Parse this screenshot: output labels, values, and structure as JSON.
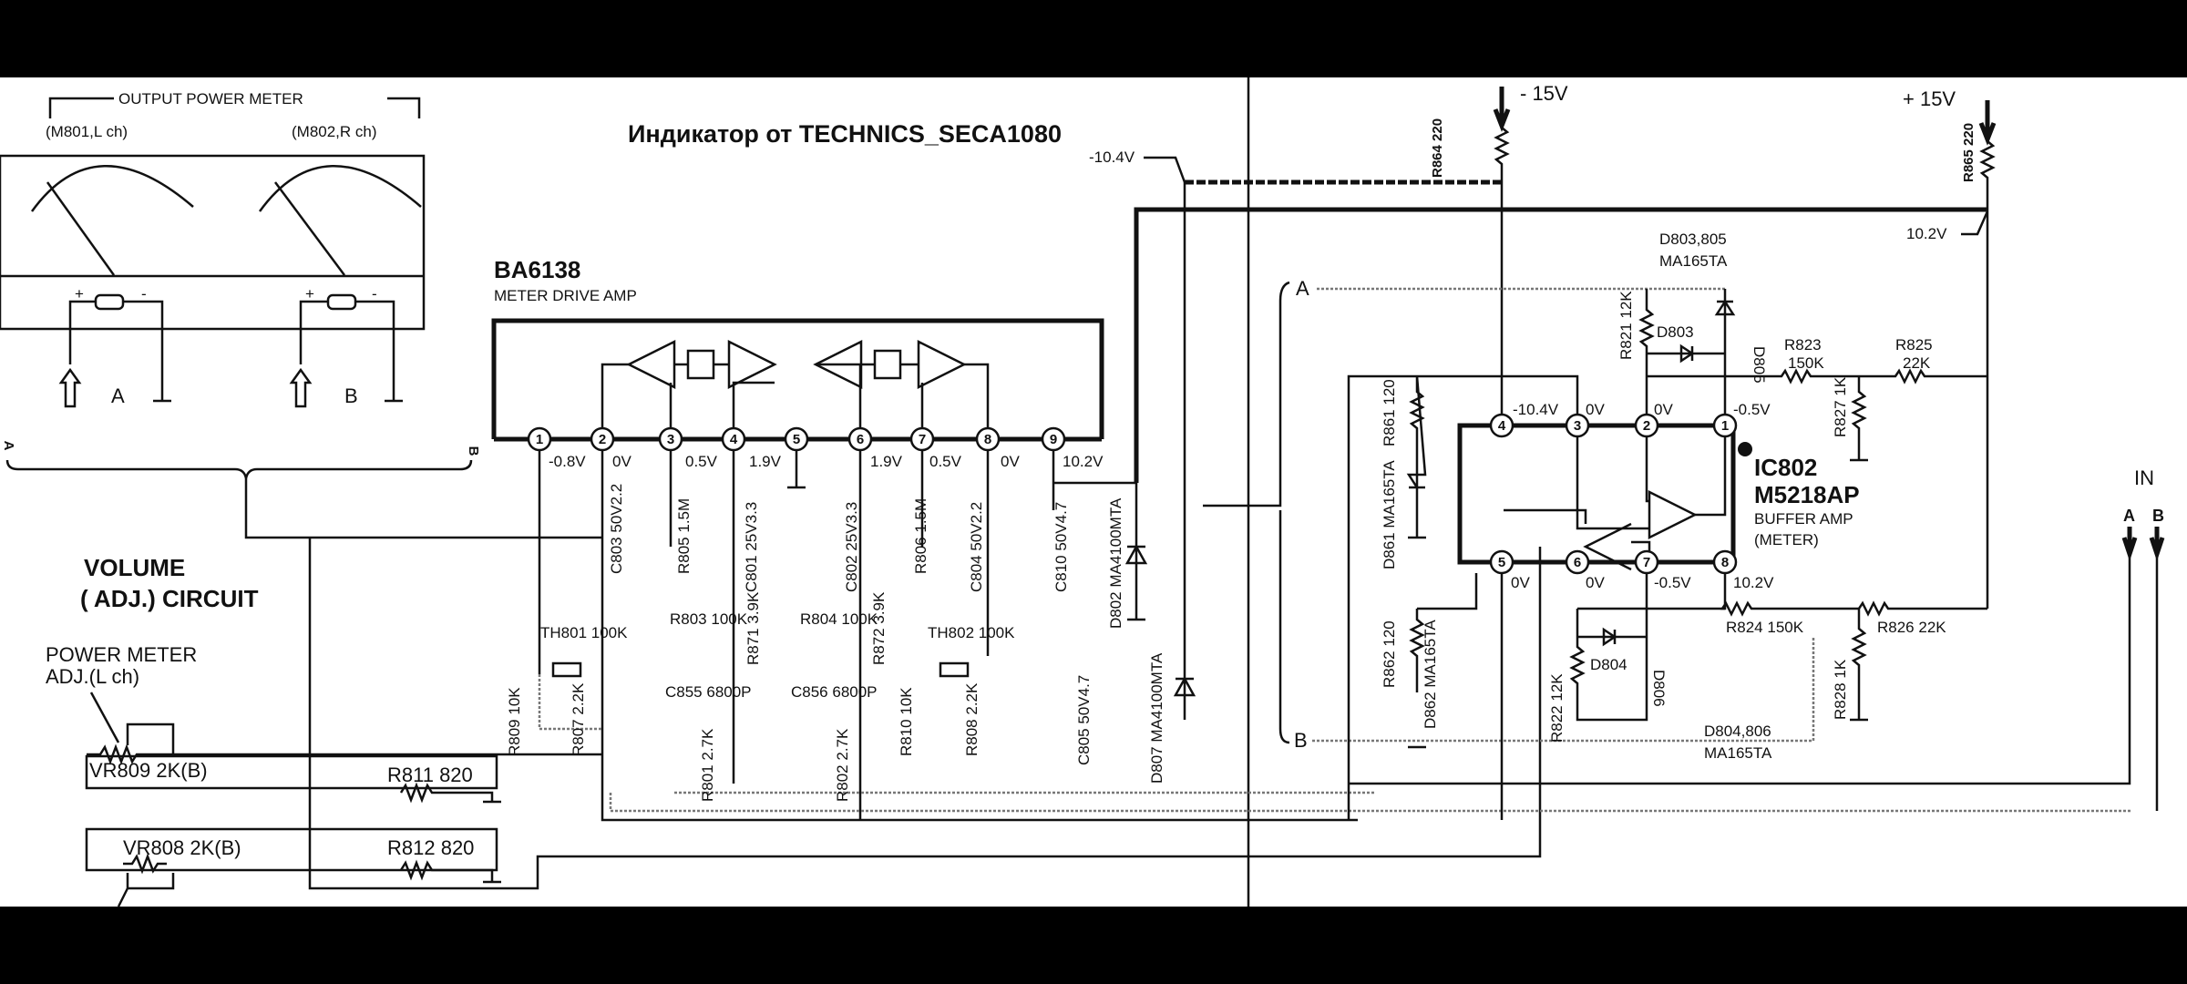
{
  "title": "Индикатор от TECHNICS_SECA1080",
  "meter": {
    "header": "OUTPUT POWER METER",
    "left_label": "(M801,L ch)",
    "right_label": "(M802,R ch)",
    "input_a": "A",
    "input_b": "B",
    "plus": "+",
    "minus": "-"
  },
  "brace": {
    "a": "A",
    "b": "B"
  },
  "volume": {
    "line1": "VOLUME",
    "line2": "( ADJ.) CIRCUIT",
    "pm1": "POWER METER",
    "pm2": "ADJ.(L ch)",
    "vr809": "VR809 2K(B)",
    "r811": "R811 820",
    "vr808": "VR808 2K(B)",
    "r812": "R812 820"
  },
  "ic801": {
    "name": "BA6138",
    "desc": "METER DRIVE AMP",
    "pins": [
      "1",
      "2",
      "3",
      "4",
      "5",
      "6",
      "7",
      "8",
      "9"
    ],
    "voltages": [
      "-0.8V",
      "0V",
      "0.5V",
      "1.9V",
      "1.9V",
      "0.5V",
      "0V",
      "10.2V"
    ]
  },
  "components_left": {
    "c803": "C803 50V2.2",
    "r805": "R805 1.5M",
    "c801": "C801 25V3.3",
    "c802": "C802 25V3.3",
    "r806": "R806 1.5M",
    "c804": "C804 50V2.2",
    "c810": "C810 50V4.7",
    "d802": "D802 MA4100MTA",
    "r803": "R803 100K",
    "r871": "R871 3.9K",
    "r804": "R804 100K",
    "r872": "R872 3.9K",
    "th801": "TH801 100K",
    "th802": "TH802 100K",
    "c855": "C855 6800P",
    "c856": "C856 6800P",
    "r809": "R809 10K",
    "r807": "R807 2.2K",
    "r810": "R810 10K",
    "r808": "R808 2.2K",
    "r801": "R801 2.7K",
    "r802": "R802 2.7K",
    "c805": "C805 50V4.7",
    "d807": "D807 MA4100MTA"
  },
  "supply": {
    "v_neg": "- 15V",
    "v_pos": "+ 15V",
    "r864": "R864 220",
    "r865": "R865 220",
    "n104": "-10.4V",
    "p102": "10.2V"
  },
  "ic802": {
    "name": "IC802",
    "part": "M5218AP",
    "desc1": "BUFFER AMP",
    "desc2": "(METER)",
    "pins_top": [
      "4",
      "3",
      "2",
      "1"
    ],
    "pins_bottom": [
      "5",
      "6",
      "7",
      "8"
    ],
    "volt_top": [
      "-10.4V",
      "0V",
      "0V",
      "-0.5V"
    ],
    "volt_bottom": [
      "0V",
      "0V",
      "-0.5V",
      "10.2V"
    ]
  },
  "components_right": {
    "d803_805": "D803,805",
    "ma165ta_1": "MA165TA",
    "line_a": "A",
    "line_b": "B",
    "r821": "R821 12K",
    "d803": "D803",
    "d805": "D805",
    "r823": "R823",
    "r823v": "150K",
    "r825": "R825",
    "r825v": "22K",
    "r827": "R827 1K",
    "r861": "R861 120",
    "d861": "D861 MA165TA",
    "r824": "R824 150K",
    "r826": "R826 22K",
    "r828": "R828 1K",
    "r862": "R862 120",
    "d862": "D862 MA165TA",
    "r822": "R822 12K",
    "d804": "D804",
    "d806": "D806",
    "d804_806": "D804,806",
    "ma165ta_2": "MA165TA"
  },
  "input": {
    "label": "IN",
    "a": "A",
    "b": "B"
  }
}
